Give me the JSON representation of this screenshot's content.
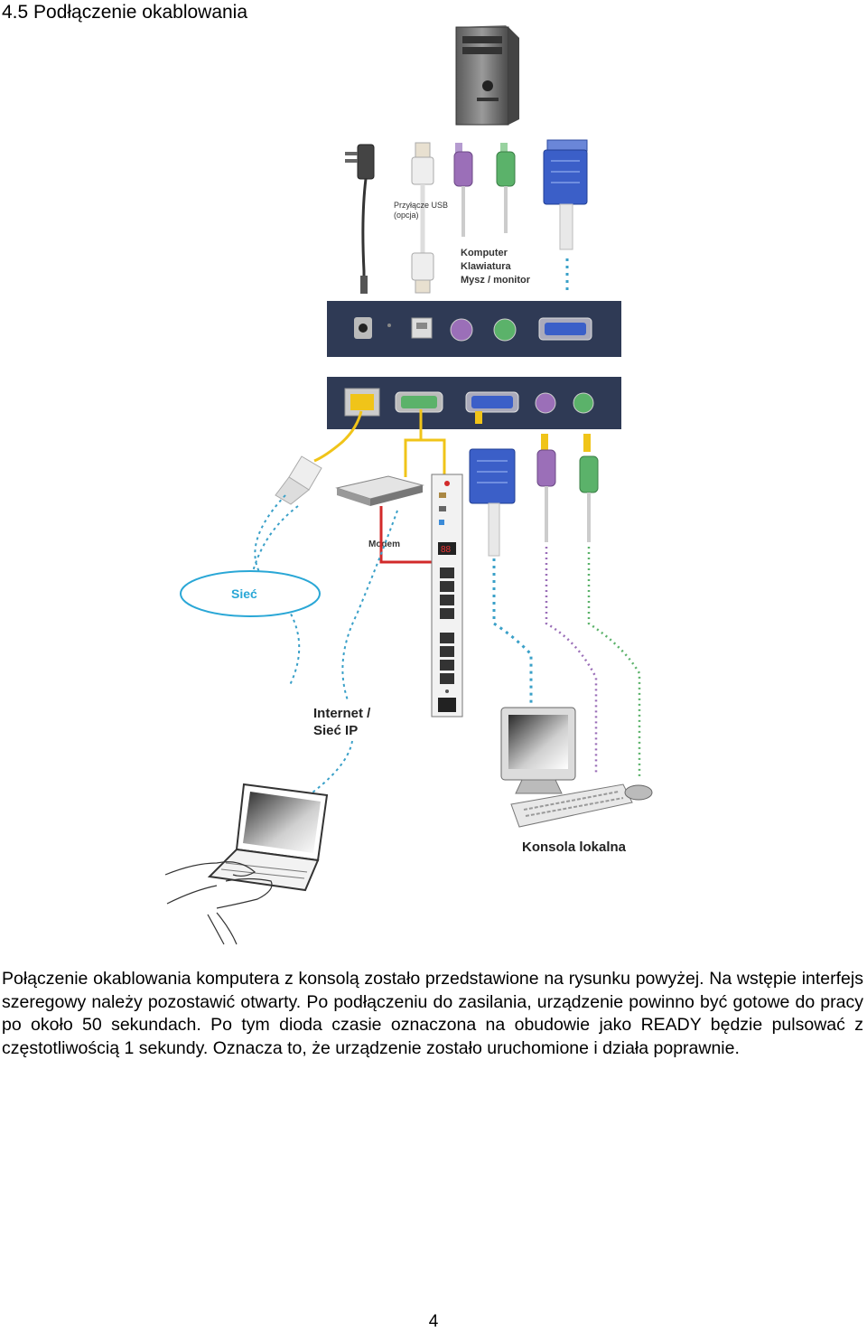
{
  "heading": "4.5 Podłączenie okablowania",
  "diagram": {
    "labels": {
      "usb": "Przyłącze USB",
      "usb_option": "(opcja)",
      "computer_lines": [
        "Komputer",
        "Klawiatura",
        "Mysz / monitor"
      ],
      "modem": "Modem",
      "network": "Sieć",
      "internet_line1": "Internet /",
      "internet_line2": "Sieć IP",
      "local_console": "Konsola lokalna",
      "display_digits": "88"
    },
    "colors": {
      "panel": "#2f3a55",
      "vga_blue": "#3b5fc8",
      "ps2_purple": "#9b6fb8",
      "ps2_green": "#5bb26a",
      "network_yellow": "#f0c419",
      "dashed_blue": "#3aa0c8",
      "dashed_gray": "#8a8a8a",
      "modem_red": "#d22a2a",
      "cloud": "#2aa7d6"
    }
  },
  "paragraph": "Połączenie okablowania komputera z konsolą zostało przedstawione na rysunku powyżej. Na wstępie interfejs szeregowy należy pozostawić otwarty. Po podłączeniu do zasilania, urządzenie powinno być gotowe do pracy po około 50 sekundach. Po tym dioda czasie oznaczona na obudowie jako READY będzie pulsować z częstotliwością 1 sekundy. Oznacza to, że urządzenie zostało uruchomione i działa poprawnie.",
  "page_number": "4"
}
